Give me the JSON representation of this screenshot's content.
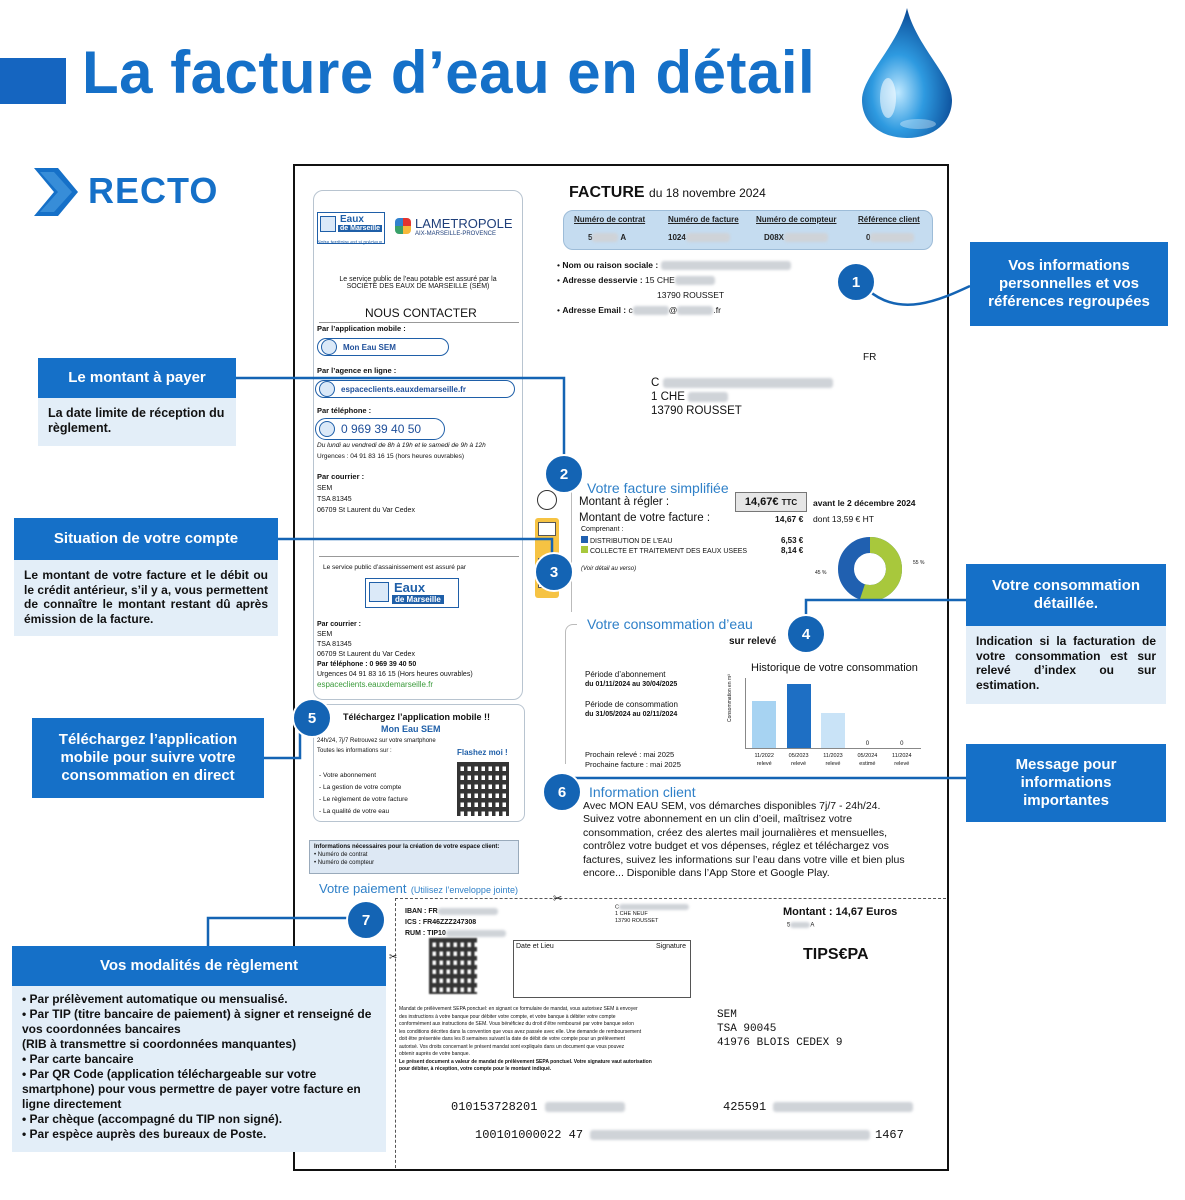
{
  "header": {
    "title": "La facture d’eau en détail",
    "recto": "RECTO"
  },
  "invoice": {
    "facture_word": "FACTURE",
    "facture_date": "du 18 novembre 2024",
    "references": {
      "headers": [
        "Numéro de contrat",
        "Numéro de facture",
        "Numéro de compteur",
        "Référence client"
      ],
      "values": [
        "5",
        "A",
        "1024",
        "D08X",
        "0"
      ]
    },
    "client": {
      "nom_label": "Nom ou raison sociale :",
      "adresse_label": "Adresse desservie :",
      "adresse_line1": "15 CHE",
      "adresse_line2": "13790 ROUSSET",
      "email_label": "Adresse Email :",
      "email_value": "c",
      "email_at": "@",
      "email_end": ".fr",
      "country": "FR",
      "mail_line1": "C",
      "mail_line2": "1 CHE",
      "mail_line3": "13790 ROUSSET"
    },
    "left_panel": {
      "logo_eaux": "Eaux",
      "logo_marseille": "de Marseille",
      "logo_tagline": "Notre territoire est si précieux",
      "metropole_la": "LA",
      "metropole_name": "METROPOLE",
      "metropole_sub": "AIX-MARSEILLE-PROVENCE",
      "service_line1": "Le service public de l’eau potable est assuré par la",
      "service_line2": "SOCIÉTÉ DES EAUX DE MARSEILLE (SEM)",
      "contact_title": "NOUS CONTACTER",
      "app_label": "Par l’application mobile :",
      "app_value": "Mon Eau SEM",
      "web_label": "Par l’agence en ligne :",
      "web_value": "espaceclients.eauxdemarseille.fr",
      "phone_label": "Par téléphone :",
      "phone_value": "0 969 39 40 50",
      "hours": "Du lundi au vendredi de 8h à 19h et le samedi de 9h à 12h",
      "urgences": "Urgences : 04 91 83 16 15 (hors heures ouvrables)",
      "courrier_label": "Par courrier :",
      "courrier_1": "SEM",
      "courrier_2": "TSA 81345",
      "courrier_3": "06709 St Laurent du Var Cedex"
    },
    "assainissement": {
      "line": "Le service public d’assainissement est assuré par",
      "courrier_label": "Par courrier :",
      "c1": "SEM",
      "c2": "TSA 81345",
      "c3": "06709 St Laurent du Var Cedex",
      "phone": "Par téléphone : 0 969 39 40 50",
      "urgences": "Urgences 04 91 83 16 15 (Hors heures ouvrables)",
      "web": "espaceclients.eauxdemarseille.fr"
    },
    "app_box": {
      "title": "Téléchargez l’application mobile !!",
      "name": "Mon Eau SEM",
      "line1": "24h/24, 7j/7 Retrouvez sur votre smartphone",
      "line2": "Toutes les informations sur :",
      "flash": "Flashez moi !",
      "items": [
        "- Votre abonnement",
        "- La gestion de votre compte",
        "- Le règlement de votre facture",
        "- La qualité de votre eau"
      ],
      "info_title": "Informations nécessaires pour la création de votre espace client:",
      "info_items": [
        "• Numéro de contrat",
        "• Numéro de compteur"
      ]
    },
    "simplified": {
      "title": "Votre facture simplifiée",
      "amount_label": "Montant à régler :",
      "amount_value": "14,67€",
      "amount_ttc": "TTC",
      "deadline": "avant le 2 décembre 2024",
      "total_label": "Montant de votre facture :",
      "total_value": "14,67 €",
      "total_ht": "dont 13,59 € HT",
      "comprenant": "Comprenant :",
      "line1_label": "DISTRIBUTION DE L’EAU",
      "line1_value": "6,53 €",
      "line2_label": "COLLECTE ET TRAITEMENT DES EAUX USEES",
      "line2_value": "8,14 €",
      "note": "(Voir détail au verso)",
      "donut_left": "45 %",
      "donut_right": "55 %"
    },
    "consumption": {
      "title": "Votre consommation d’eau",
      "sur_releve": "sur relevé",
      "abonnement_label": "Période d’abonnement",
      "abonnement_value": "du 01/11/2024 au 30/04/2025",
      "conso_label": "Période de consommation",
      "conso_value": "du 31/05/2024 au 02/11/2024",
      "next_releve": "Prochain relevé : mai 2025",
      "next_facture": "Prochaine facture : mai 2025",
      "chart_title": "Historique de votre consommation",
      "y_axis": "Consommation en m³"
    },
    "info_client": {
      "title": "Information client",
      "lines": [
        "Avec MON EAU SEM, vos démarches disponibles 7j/7 - 24h/24.",
        "Suivez votre abonnement en un clin d’oeil, maîtrisez votre",
        "consommation, créez des alertes mail journalières et mensuelles,",
        "contrôlez votre budget et vos dépenses, réglez et téléchargez vos",
        "factures, suivez les informations sur l’eau dans votre ville et bien plus",
        "encore... Disponible dans l’App Store et Google Play."
      ]
    },
    "payment": {
      "title": "Votre paiement",
      "subtitle": "(Utilisez l’enveloppe jointe)",
      "iban": "IBAN : FR",
      "ics": "ICS : FR46ZZZ247308",
      "rum": "RUM : TIP10",
      "addr1": "C",
      "addr2": "1 CHE NEUF",
      "addr3": "13790 ROUSSET",
      "montant": "Montant :  14,67 Euros",
      "ref": "5",
      "ref_a": "A",
      "date_lieu": "Date et Lieu",
      "signature": "Signature",
      "tipsepa": "TIPS€PA",
      "mandat": [
        "Mandat de prélèvement SEPA ponctuel: en signant ce formulaire de mandat, vous autorisez SEM à envoyer",
        "des instructions à votre banque pour débiter votre compte, et votre banque à débiter votre compte",
        "conformément aux instructions de SEM. Vous bénéficiez du droit d’être remboursé par votre banque selon",
        "les conditions décrites dans la convention que vous avez passée avec elle. Une demande de remboursement",
        "doit être présentée dans les 8 semaines suivant la date de débit de votre compte pour un prélèvement",
        "autorisé. Vos droits concernant le présent mandat sont expliqués dans un document que vous pouvez",
        "obtenir auprès de votre banque."
      ],
      "mandat_last": "Le présent document a valeur de mandat de prélèvement SEPA ponctuel. Votre signature vaut autorisation",
      "mandat_last2": "pour débiter, à réception, votre compte pour le montant indiqué.",
      "sem1": "SEM",
      "sem2": "TSA 90045",
      "sem3": "41976 BLOIS CEDEX 9",
      "code1": "010153728201",
      "code2": "425591",
      "code3": "100101000022 47",
      "code4": "1467"
    }
  },
  "chart_data": {
    "type": "bar",
    "title": "Historique de votre consommation",
    "ylabel": "Consommation en m³",
    "categories": [
      "11/2022",
      "05/2023",
      "11/2023",
      "05/2024",
      "11/2024"
    ],
    "sub_labels": [
      "relevé",
      "relevé",
      "relevé",
      "estimé",
      "relevé"
    ],
    "values": [
      4,
      5.5,
      3,
      0,
      0
    ],
    "value_labels": [
      "",
      "",
      "",
      "0",
      "0"
    ],
    "colors": [
      "#a7d3f2",
      "#1e6fc4",
      "#c9e3f7",
      "#c9e3f7",
      "#c9e3f7"
    ],
    "ylim": [
      0,
      6
    ]
  },
  "badges": [
    "1",
    "2",
    "3",
    "4",
    "5",
    "6",
    "7"
  ],
  "callouts": {
    "c1": {
      "title": "Vos informations personnelles et vos références regroupées"
    },
    "c2": {
      "title": "Le montant à payer",
      "body": "La date limite de réception du règlement."
    },
    "c3": {
      "title": "Situation de votre compte",
      "body": "Le montant de votre facture et le débit ou le crédit antérieur, s’il y a, vous permettent de connaître le montant restant dû après émission de la facture."
    },
    "c4": {
      "title": "Votre consommation détaillée.",
      "body": "Indication si la facturation de votre consommation est sur relevé d’index ou sur estimation."
    },
    "c5": {
      "title": "Téléchargez l’application mobile pour suivre votre consommation en direct"
    },
    "c6": {
      "title": "Message pour informations importantes"
    },
    "c7": {
      "title": "Vos modalités de règlement",
      "items": [
        "• Par prélèvement automatique ou mensualisé.",
        "• Par TIP (titre bancaire de paiement) à signer et renseigné de vos coordonnées bancaires",
        "(RIB à transmettre si coordonnées manquantes)",
        "• Par carte bancaire",
        "• Par QR Code (application téléchargeable sur votre smartphone) pour vous permettre de payer votre facture en ligne directement",
        "• Par chèque (accompagné du TIP non signé).",
        "• Par espèce auprès des bureaux de Poste."
      ]
    }
  },
  "colors": {
    "primary": "#1570c8",
    "badge": "#1464b4",
    "callout_body": "#e3eef8",
    "bar_dark": "#1e6fc4",
    "donut_blue": "#2060b0",
    "donut_green": "#a8c83c"
  }
}
